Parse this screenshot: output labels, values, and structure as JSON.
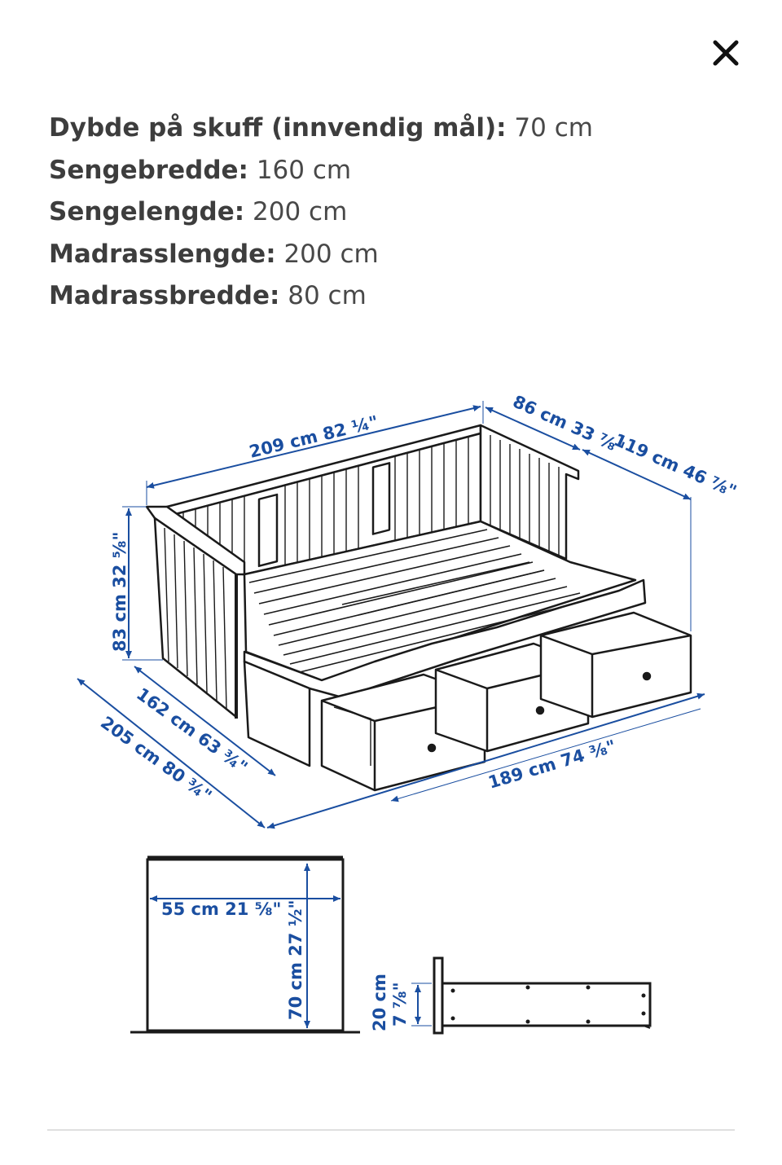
{
  "dialog": {
    "close_icon": "close-icon"
  },
  "specs": [
    {
      "label": "Dybde på skuff (innvendig mål):",
      "value": "70 cm"
    },
    {
      "label": "Sengebredde:",
      "value": "160 cm"
    },
    {
      "label": "Sengelengde:",
      "value": "200 cm"
    },
    {
      "label": "Madrasslengde:",
      "value": "200 cm"
    },
    {
      "label": "Madrassbredde:",
      "value": "80 cm"
    }
  ],
  "dimensions": {
    "length_top": "209 cm 82 ¼\"",
    "depth_top": "86 cm 33 ⅞\"",
    "depth_right": "119 cm 46 ⅞\"",
    "height": "83 cm 32 ⅝\"",
    "extended_width": "162 cm 63 ¾\"",
    "max_width": "205 cm 80 ¾\"",
    "length_bottom": "189 cm 74 ⅜\"",
    "drawer_width": "55 cm 21 ⅝\"",
    "drawer_depth": "70 cm 27 ½\"",
    "drawer_height_cm": "20 cm",
    "drawer_height_in": "7 ⅞\""
  },
  "colors": {
    "dimension": "#1a4ea0",
    "line": "#1a1a1a",
    "divider": "#dfdfdf"
  }
}
